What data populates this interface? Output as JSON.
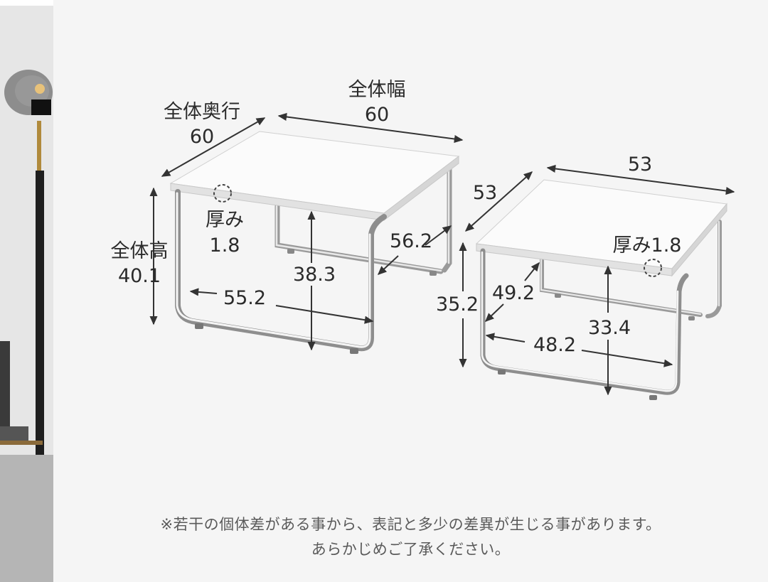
{
  "large_table": {
    "width_label": "全体幅",
    "width_value": "60",
    "depth_label": "全体奥行",
    "depth_value": "60",
    "height_label": "全体高",
    "height_value": "40.1",
    "thickness_label": "厚み",
    "thickness_value": "1.8",
    "inner_height": "38.3",
    "inner_depth": "56.2",
    "inner_width": "55.2"
  },
  "small_table": {
    "width_value": "53",
    "depth_value": "53",
    "height_value": "35.2",
    "thickness_text": "厚み1.8",
    "inner_height": "33.4",
    "inner_depth": "49.2",
    "inner_width": "48.2"
  },
  "note": {
    "line1": "※若干の個体差がある事から、表記と多少の差異が生じる事があります。",
    "line2": "あらかじめご了承ください。"
  }
}
